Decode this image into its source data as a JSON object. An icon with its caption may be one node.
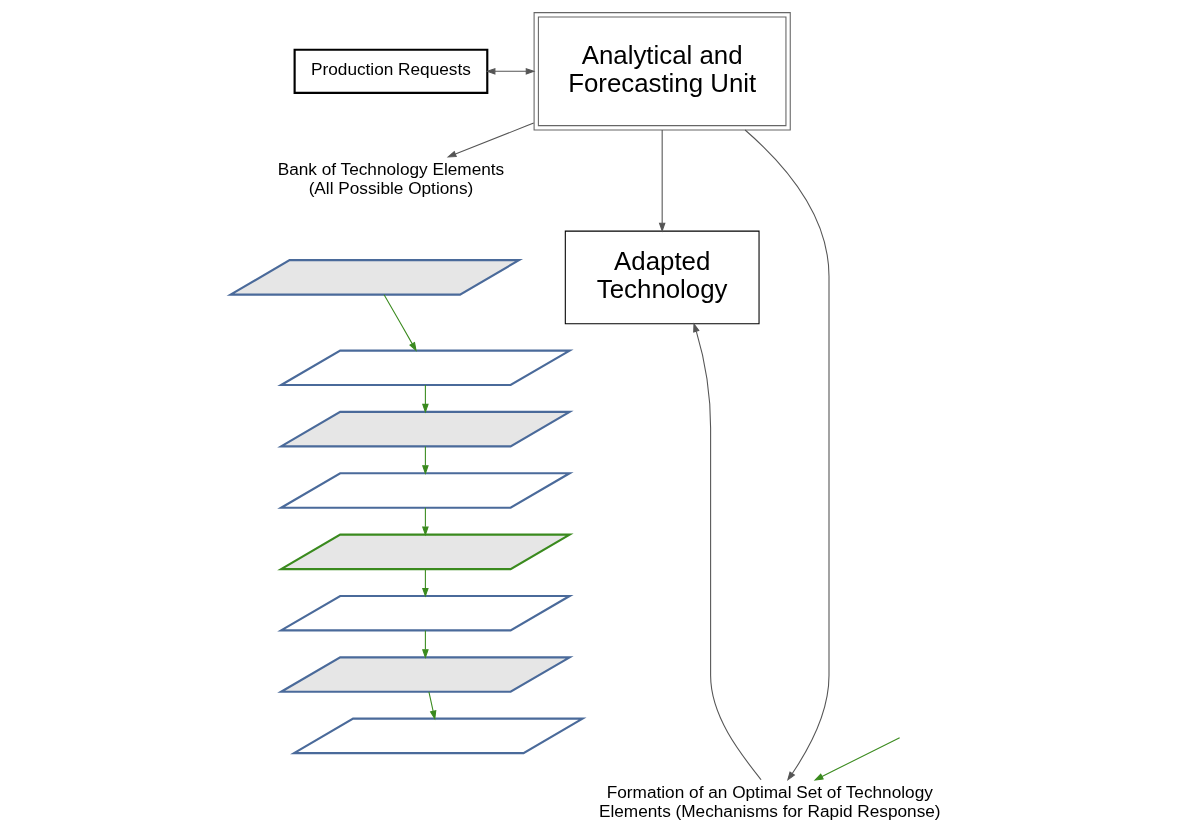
{
  "diagram": {
    "nodes": [
      {
        "text": [
          "Production Requests"
        ]
      },
      {
        "text": [
          "Analytical and Forecasting Unit"
        ]
      },
      {
        "text": [
          "Bank of Technology Elements (All Possible Options)"
        ]
      },
      {
        "text": [
          "Adapted Technology"
        ]
      },
      {
        "text": [
          "Formation of an Optimal Set of Technology Elements (Mechanisms for Rapid Response)"
        ]
      },
      {
        "text": [],
        "shape": "parallelogram"
      },
      {
        "text": [],
        "shape": "parallelogram"
      },
      {
        "text": [],
        "shape": "parallelogram"
      },
      {
        "text": [],
        "shape": "parallelogram"
      },
      {
        "text": [],
        "shape": "parallelogram"
      },
      {
        "text": [],
        "shape": "parallelogram"
      },
      {
        "text": [],
        "shape": "parallelogram"
      },
      {
        "text": [],
        "shape": "parallelogram"
      }
    ],
    "edges": [
      {
        "from": 0,
        "to": 1,
        "arrow": "both"
      },
      {
        "from": 1,
        "to": 2,
        "arrow": "to"
      },
      {
        "from": 1,
        "to": 3,
        "arrow": "to"
      },
      {
        "from": 1,
        "to": 4,
        "arrow": "to"
      },
      {
        "from": 4,
        "to": 3,
        "arrow": "to"
      },
      {
        "from": 5,
        "to": 6,
        "arrow": "to",
        "color": "#3a8a1e"
      },
      {
        "from": 6,
        "to": 7,
        "arrow": "to",
        "color": "#3a8a1e"
      },
      {
        "from": 7,
        "to": 8,
        "arrow": "to",
        "color": "#3a8a1e"
      },
      {
        "from": 8,
        "to": 9,
        "arrow": "to",
        "color": "#3a8a1e"
      },
      {
        "from": 9,
        "to": 10,
        "arrow": "to",
        "color": "#3a8a1e"
      },
      {
        "from": 10,
        "to": 11,
        "arrow": "to",
        "color": "#3a8a1e"
      },
      {
        "from": 11,
        "to": 12,
        "arrow": "to",
        "color": "#3a8a1e"
      },
      {
        "from": null,
        "to": 4,
        "arrow": "to",
        "color": "#3a8a1e"
      }
    ]
  }
}
